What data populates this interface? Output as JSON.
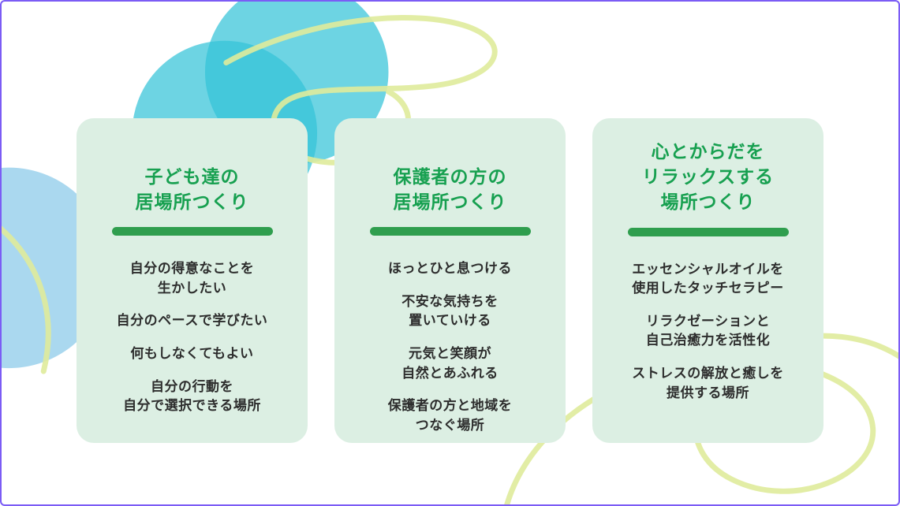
{
  "colors": {
    "frame_border": "#7b5cf5",
    "card_bg": "#dcefe3",
    "title_green": "#17a050",
    "accent_bar": "#2f9e4e",
    "body_text": "#2d2d2d",
    "circle_cyan": "#35c4d8",
    "circle_blue": "#8ecbe9",
    "squiggle": "#dfeb9b"
  },
  "cards": [
    {
      "id": "kids-place",
      "title_lines": [
        "子ども達の",
        "居場所つくり"
      ],
      "items": [
        {
          "lines": [
            "自分の得意なことを",
            "生かしたい"
          ]
        },
        {
          "lines": [
            "自分のペースで学びたい"
          ]
        },
        {
          "lines": [
            "何もしなくてもよい"
          ]
        },
        {
          "lines": [
            "自分の行動を",
            "自分で選択できる場所"
          ]
        }
      ]
    },
    {
      "id": "guardians-place",
      "title_lines": [
        "保護者の方の",
        "居場所つくり"
      ],
      "items": [
        {
          "lines": [
            "ほっとひと息つける"
          ]
        },
        {
          "lines": [
            "不安な気持ちを",
            "置いていける"
          ]
        },
        {
          "lines": [
            "元気と笑顔が",
            "自然とあふれる"
          ]
        },
        {
          "lines": [
            "保護者の方と地域を",
            "つなぐ場所"
          ]
        }
      ]
    },
    {
      "id": "relaxation-place",
      "title_lines": [
        "心とからだを",
        "リラックスする",
        "場所つくり"
      ],
      "items": [
        {
          "lines": [
            "エッセンシャルオイルを",
            "使用したタッチセラピー"
          ]
        },
        {
          "lines": [
            "リラクゼーションと",
            "自己治癒力を活性化"
          ]
        },
        {
          "lines": [
            "ストレスの解放と癒しを",
            "提供する場所"
          ]
        }
      ]
    }
  ]
}
